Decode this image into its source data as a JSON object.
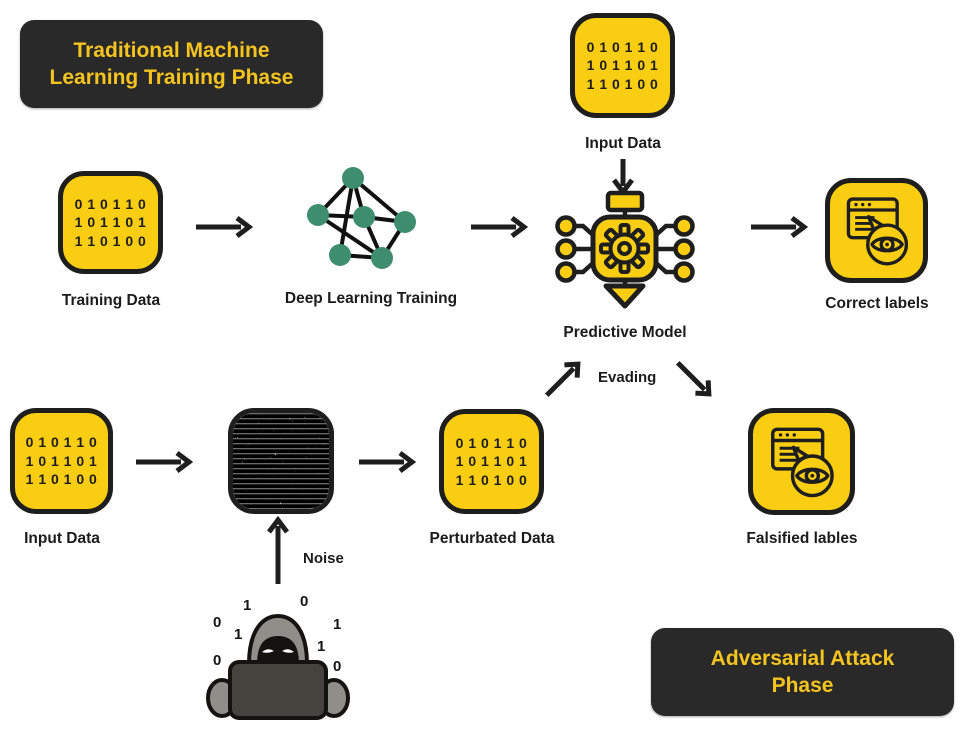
{
  "titles": {
    "training_phase": "Traditional Machine Learning Training Phase",
    "attack_phase": "Adversarial Attack Phase"
  },
  "binary": {
    "line1": "0 1 0 1 1 0",
    "line2": "1 0 1 1 0 1",
    "line3": "1 1 0 1 0 0"
  },
  "labels": {
    "training_data": "Training Data",
    "deep_learning_training": "Deep Learning Training",
    "input_data_top": "Input Data",
    "predictive_model": "Predictive Model",
    "correct_labels": "Correct labels",
    "input_data_bottom": "Input Data",
    "noise": "Noise",
    "perturbated_data": "Perturbated Data",
    "evading": "Evading",
    "falsified_labels": "Falsified lables"
  },
  "hacker_digits": [
    "1",
    "0",
    "0",
    "1",
    "1",
    "1",
    "0",
    "0"
  ],
  "colors": {
    "yellow": "#F9CD11",
    "outline_dark": "#1E1E1E",
    "title_box_bg": "#292929",
    "title_text": "#F5C41E",
    "node_green": "#3E8D6E",
    "hood_gray": "#8F8E88",
    "laptop_gray": "#46433F"
  }
}
